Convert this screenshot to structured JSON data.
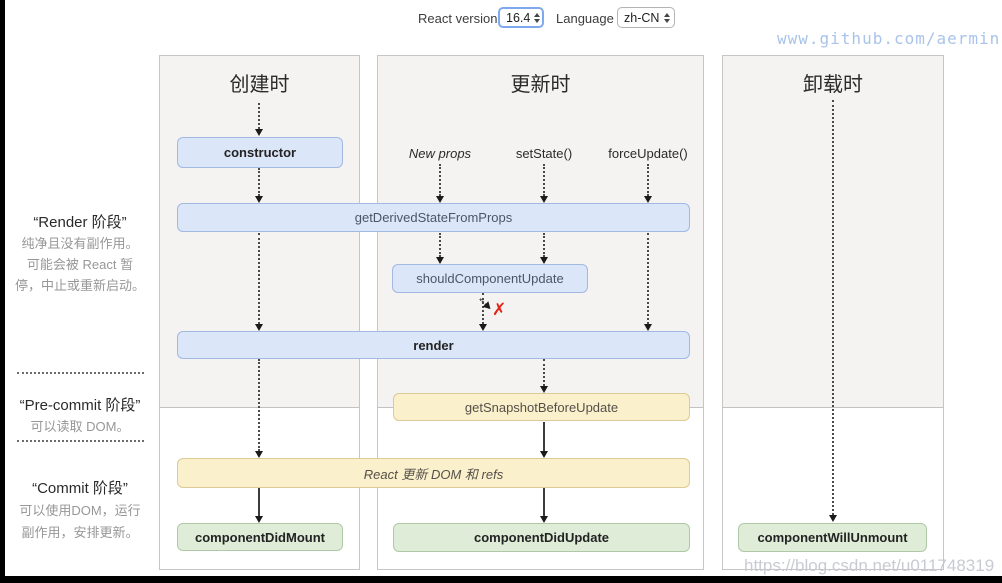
{
  "toolbar": {
    "react_version_label": "React version",
    "react_version_value": "16.4",
    "language_label": "Language",
    "language_value": "zh-CN"
  },
  "watermarks": {
    "top_right": "www.github.com/aermin",
    "bottom_right": "https://blog.csdn.net/u011748319"
  },
  "columns": [
    {
      "title": "创建时"
    },
    {
      "title": "更新时"
    },
    {
      "title": "卸载时"
    }
  ],
  "triggers": [
    "New props",
    "setState()",
    "forceUpdate()"
  ],
  "lifecycle": {
    "constructor": "constructor",
    "get_derived_state_from_props": "getDerivedStateFromProps",
    "should_component_update": "shouldComponentUpdate",
    "render": "render",
    "get_snapshot_before_update": "getSnapshotBeforeUpdate",
    "react_updates_dom": "React 更新 DOM 和 refs",
    "component_did_mount": "componentDidMount",
    "component_did_update": "componentDidUpdate",
    "component_will_unmount": "componentWillUnmount"
  },
  "phases": [
    {
      "title": "“Render 阶段”",
      "lines": [
        "纯净且没有副作用。",
        "可能会被 React 暂",
        "停，中止或重新启动。"
      ]
    },
    {
      "title": "“Pre-commit 阶段”",
      "lines": [
        "可以读取 DOM。"
      ]
    },
    {
      "title": "“Commit 阶段”",
      "lines": [
        "可以使用DOM，运行",
        "副作用，安排更新。"
      ]
    }
  ],
  "stop_mark": "✗",
  "colors": {
    "box_blue_bg": "#dbe6f8",
    "box_blue_border": "#a2b9e2",
    "box_yellow_bg": "#faf0cb",
    "box_yellow_border": "#dcca97",
    "box_green_bg": "#dfecd8",
    "box_green_border": "#afc9a6",
    "stop_red": "#e02417",
    "watermark_top_blue": "#a9c3ea",
    "watermark_bottom_gray": "#c5c8cf"
  }
}
